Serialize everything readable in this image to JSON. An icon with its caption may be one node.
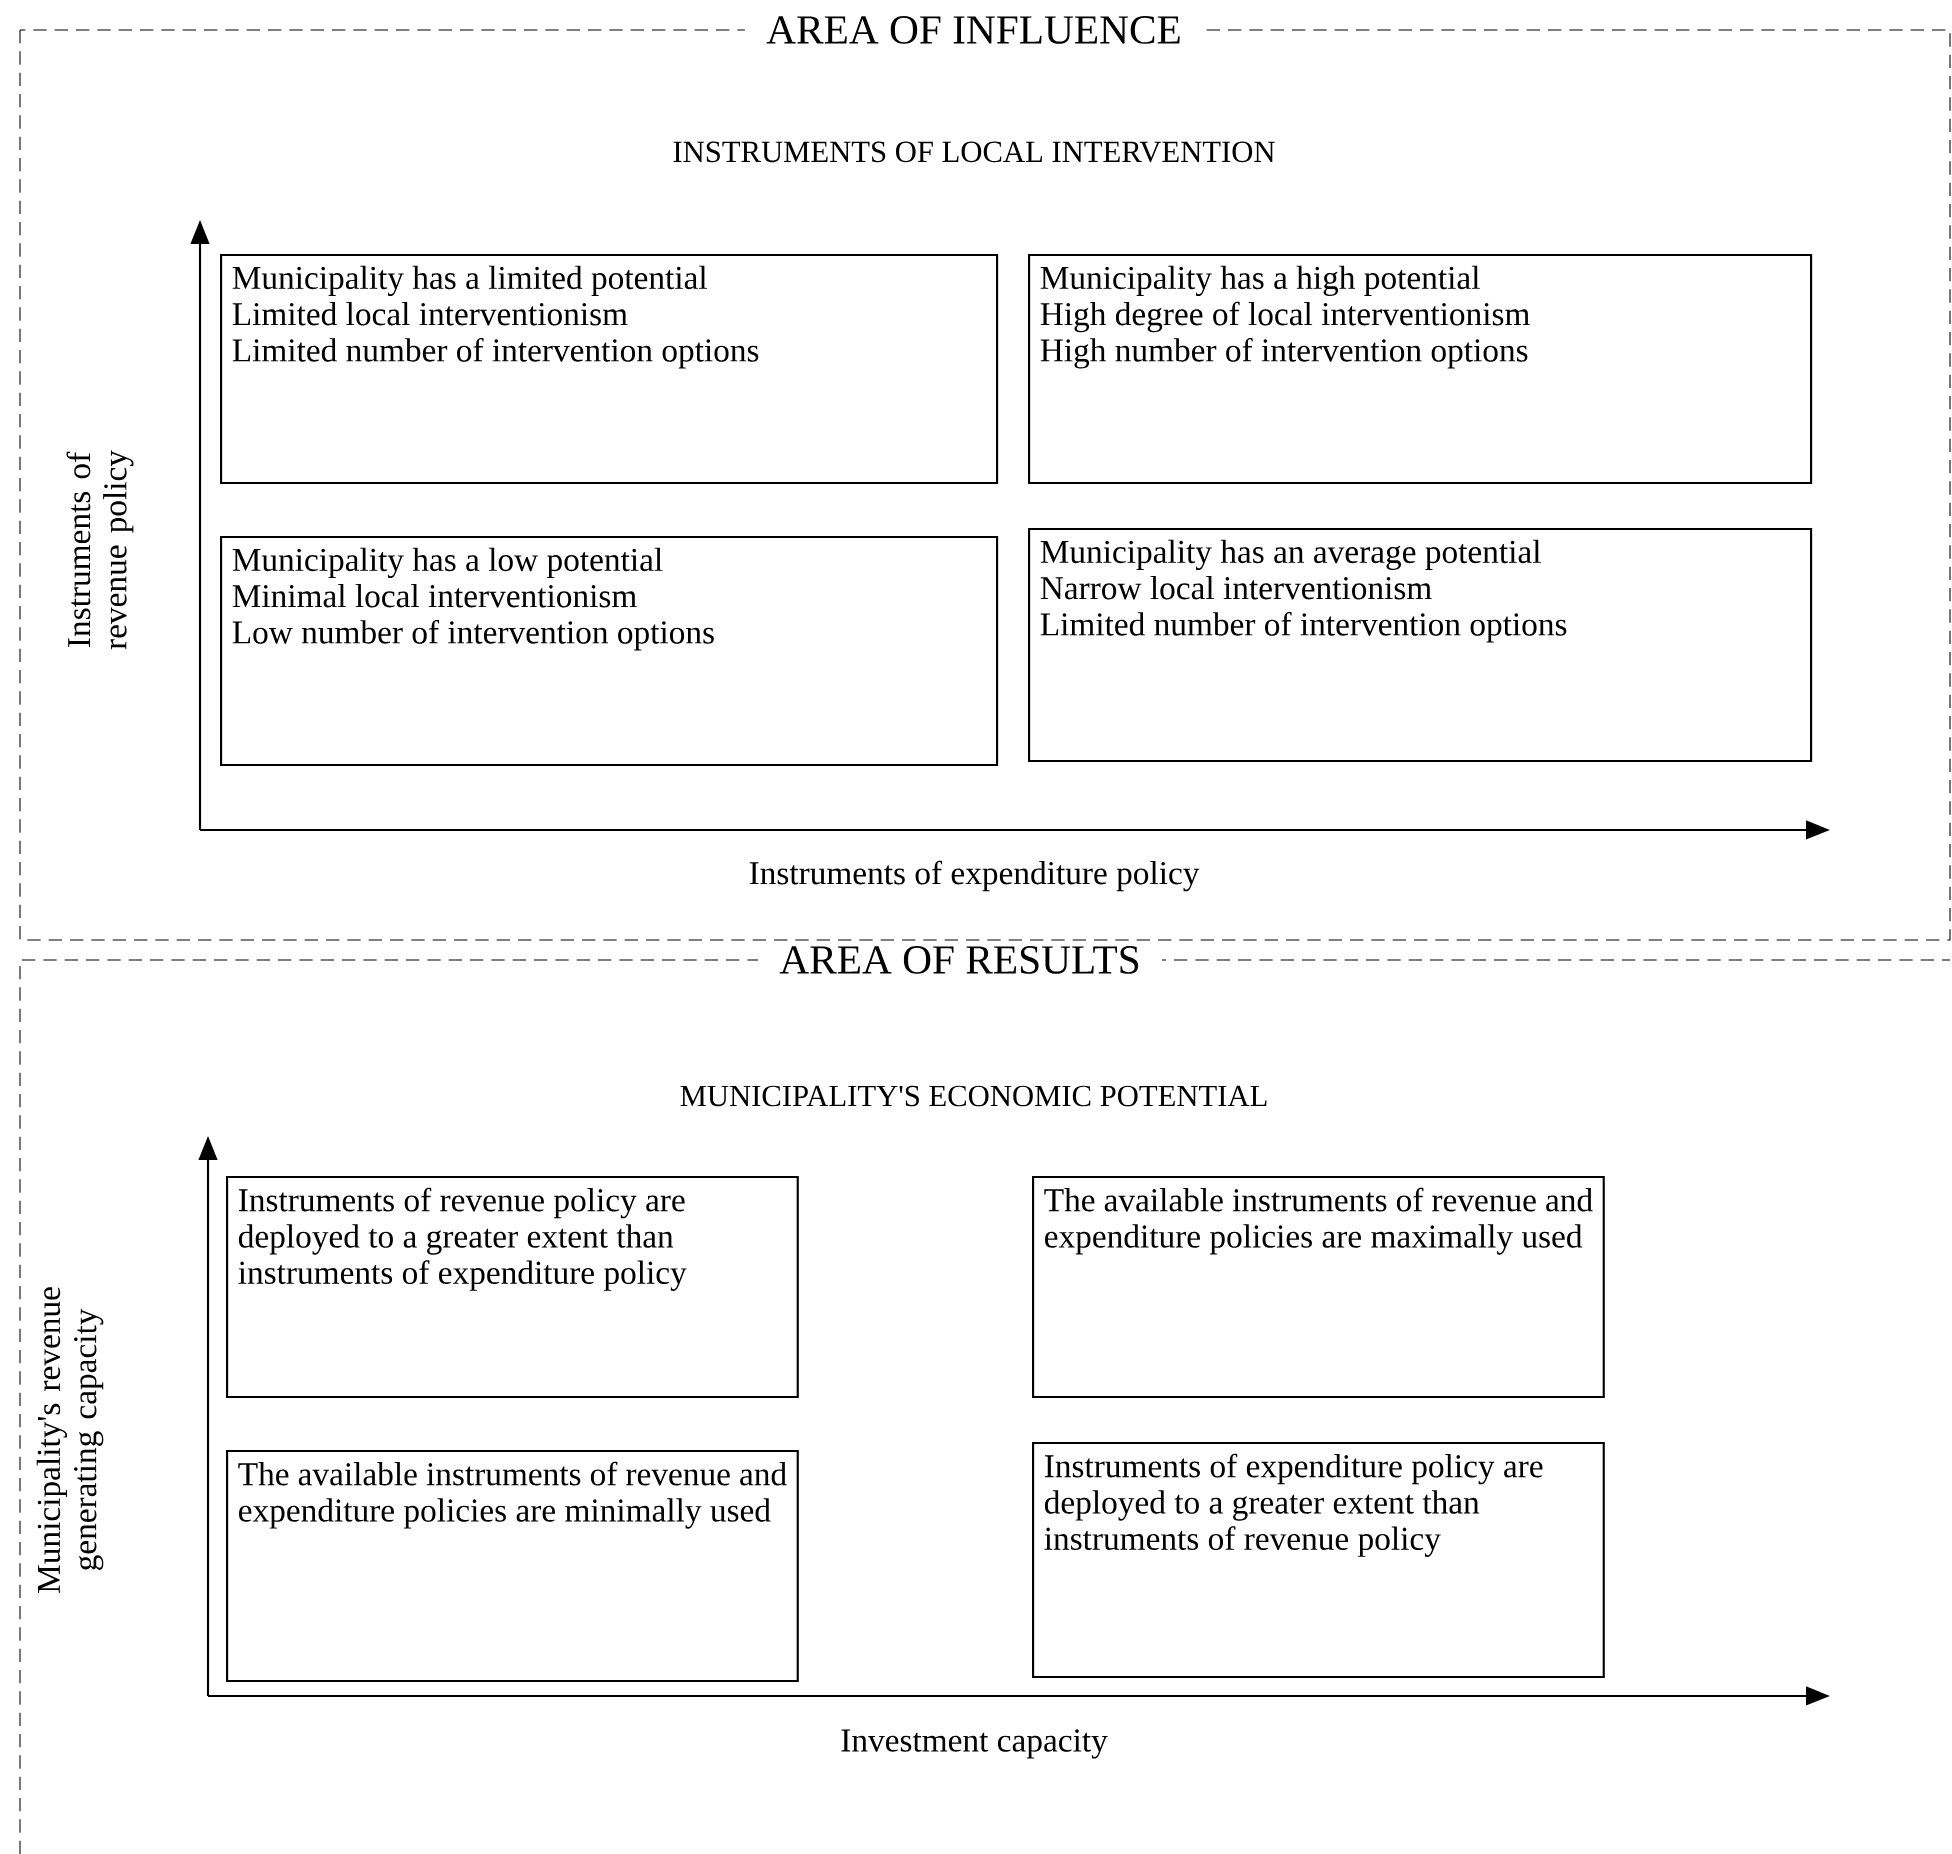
{
  "diagram": {
    "nodes": [
      {
        "text": [
          "AREA OF INFLUENCE",
          "INSTRUMENTS OF LOCAL INTERVENTION"
        ]
      },
      {
        "text": [
          "Municipality has a limited potential",
          "Limited local interventionism",
          "Limited number of intervention options"
        ],
        "in": 0
      },
      {
        "text": [
          "Municipality has a high potential",
          "High degree of local interventionism",
          "High number of intervention options"
        ],
        "in": 0
      },
      {
        "text": [
          "Municipality has a low potential",
          "Minimal local interventionism",
          "Low number of intervention options"
        ],
        "in": 0
      },
      {
        "text": [
          "Municipality has an average potential",
          "Narrow local interventionism",
          "Limited number of intervention options"
        ],
        "in": 0
      },
      {
        "text": [
          "AREA OF RESULTS",
          "MUNICIPALITY'S ECONOMIC POTENTIAL"
        ]
      },
      {
        "text": [
          "Instruments of revenue policy are deployed to a greater extent than instruments of expenditure policy"
        ],
        "in": 5
      },
      {
        "text": [
          "The available instruments of revenue and expenditure policies are maximally used"
        ],
        "in": 5
      },
      {
        "text": [
          "The available instruments of revenue and expenditure policies are minimally used"
        ],
        "in": 5
      },
      {
        "text": [
          "Instruments of expenditure policy are deployed to a greater extent than instruments of revenue policy"
        ],
        "in": 5
      }
    ],
    "labels": [
      "Instruments of revenue policy",
      "Instruments of expenditure policy",
      "Municipality's revenue generating capacity",
      "Investment capacity"
    ]
  }
}
